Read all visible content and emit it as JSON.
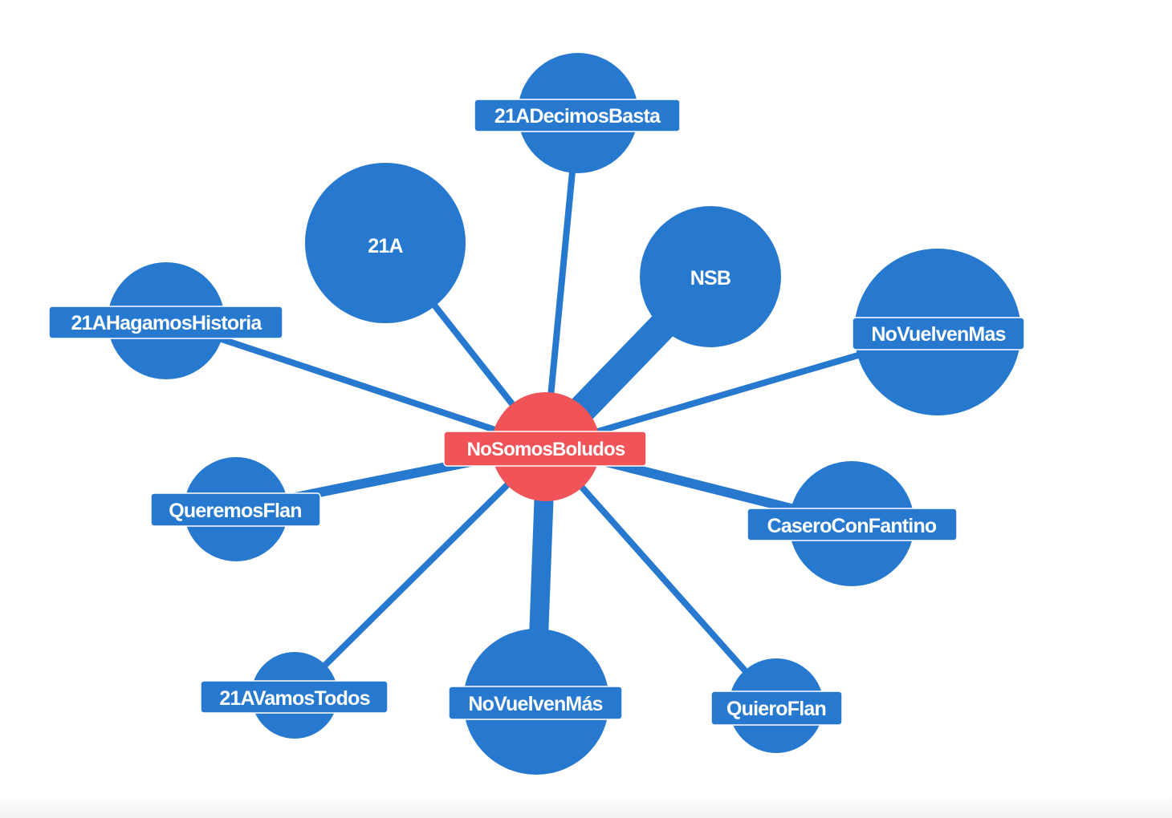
{
  "colors": {
    "node": "#2679cf",
    "hub": "#f05458",
    "link": "#2679cf",
    "label_text": "#ffffff"
  },
  "hub": {
    "label": "NoSomosBoludos",
    "icon": "hashtag-node"
  },
  "nodes": [
    {
      "label": "21ADecimosBasta"
    },
    {
      "label": "21A"
    },
    {
      "label": "NSB"
    },
    {
      "label": "21AHagamosHistoria"
    },
    {
      "label": "NoVuelvenMas"
    },
    {
      "label": "QueremosFlan"
    },
    {
      "label": "CaseroConFantino"
    },
    {
      "label": "21AVamosTodos"
    },
    {
      "label": "NoVuelvenMás"
    },
    {
      "label": "QuieroFlan"
    }
  ]
}
